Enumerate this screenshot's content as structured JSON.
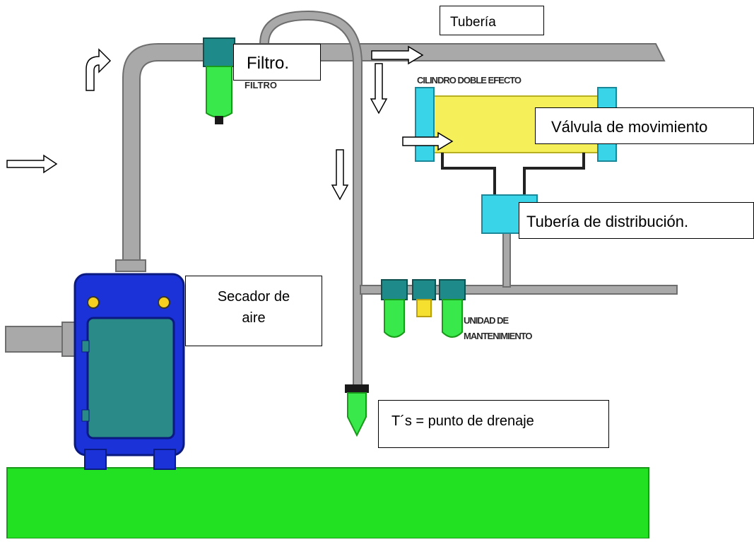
{
  "callouts": {
    "tuberia": "Tubería",
    "filtro": "Filtro.",
    "valvula": "Válvula de movimiento",
    "distribucion": "Tubería de distribución.",
    "secador_line1": "Secador de",
    "secador_line2": "aire",
    "drenaje": "T´s = punto de drenaje"
  },
  "diagram_labels": {
    "filtro_small": "FILTRO",
    "cilindro": "CILINDRO DOBLE EFECTO",
    "unidad_line1": "UNIDAD DE",
    "unidad_line2": "MANTENIMIENTO"
  },
  "colors": {
    "pipe": "#a9a9a9",
    "pipe_edge": "#6e6e6e",
    "floor": "#22e022",
    "dryer": "#1a32d8",
    "dryer_panel": "#2a8a88",
    "cylinder": "#f5f05a",
    "fitting": "#3ad4e8",
    "filter_bowl": "#39e84a",
    "filter_head": "#1f8a8a"
  }
}
